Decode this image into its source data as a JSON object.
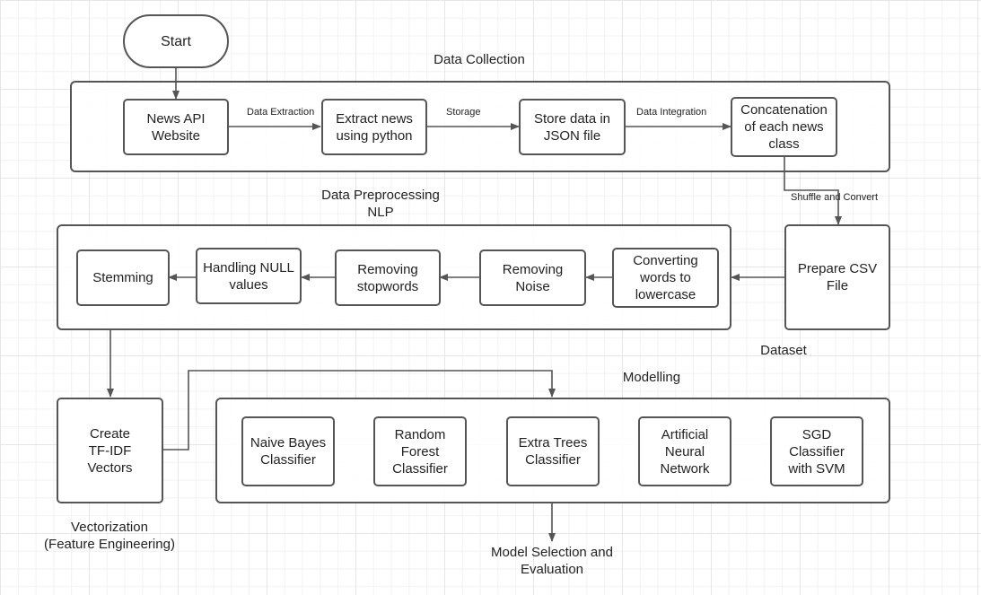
{
  "nodes": {
    "start": "Start",
    "news_api": "News API\nWebsite",
    "extract_news": "Extract news\nusing python",
    "store_json": "Store data in\nJSON file",
    "concatenation": "Concatenation\nof each news\nclass",
    "prepare_csv": "Prepare CSV\nFile",
    "lowercase": "Converting\nwords to\nlowercase",
    "removing_noise": "Removing\nNoise",
    "removing_stopwords": "Removing\nstopwords",
    "handling_null": "Handling NULL\nvalues",
    "stemming": "Stemming",
    "tfidf": "Create\nTF-IDF\nVectors",
    "naive_bayes": "Naive Bayes\nClassifier",
    "random_forest": "Random\nForest\nClassifier",
    "extra_trees": "Extra Trees\nClassifier",
    "ann": "Artificial\nNeural\nNetwork",
    "sgd_svm": "SGD\nClassifier\nwith SVM"
  },
  "group_labels": {
    "data_collection": "Data Collection",
    "preprocessing": "Data Preprocessing\nNLP",
    "dataset": "Dataset",
    "modelling": "Modelling",
    "vectorization": "Vectorization\n(Feature Engineering)",
    "model_selection": "Model Selection and\nEvaluation"
  },
  "edge_labels": {
    "data_extraction": "Data Extraction",
    "storage": "Storage",
    "data_integration": "Data Integration",
    "shuffle_convert": "Shuffle and Convert"
  },
  "colors": {
    "stroke": "#555555",
    "grid": "#e6e6e6",
    "background": "#ffffff"
  }
}
